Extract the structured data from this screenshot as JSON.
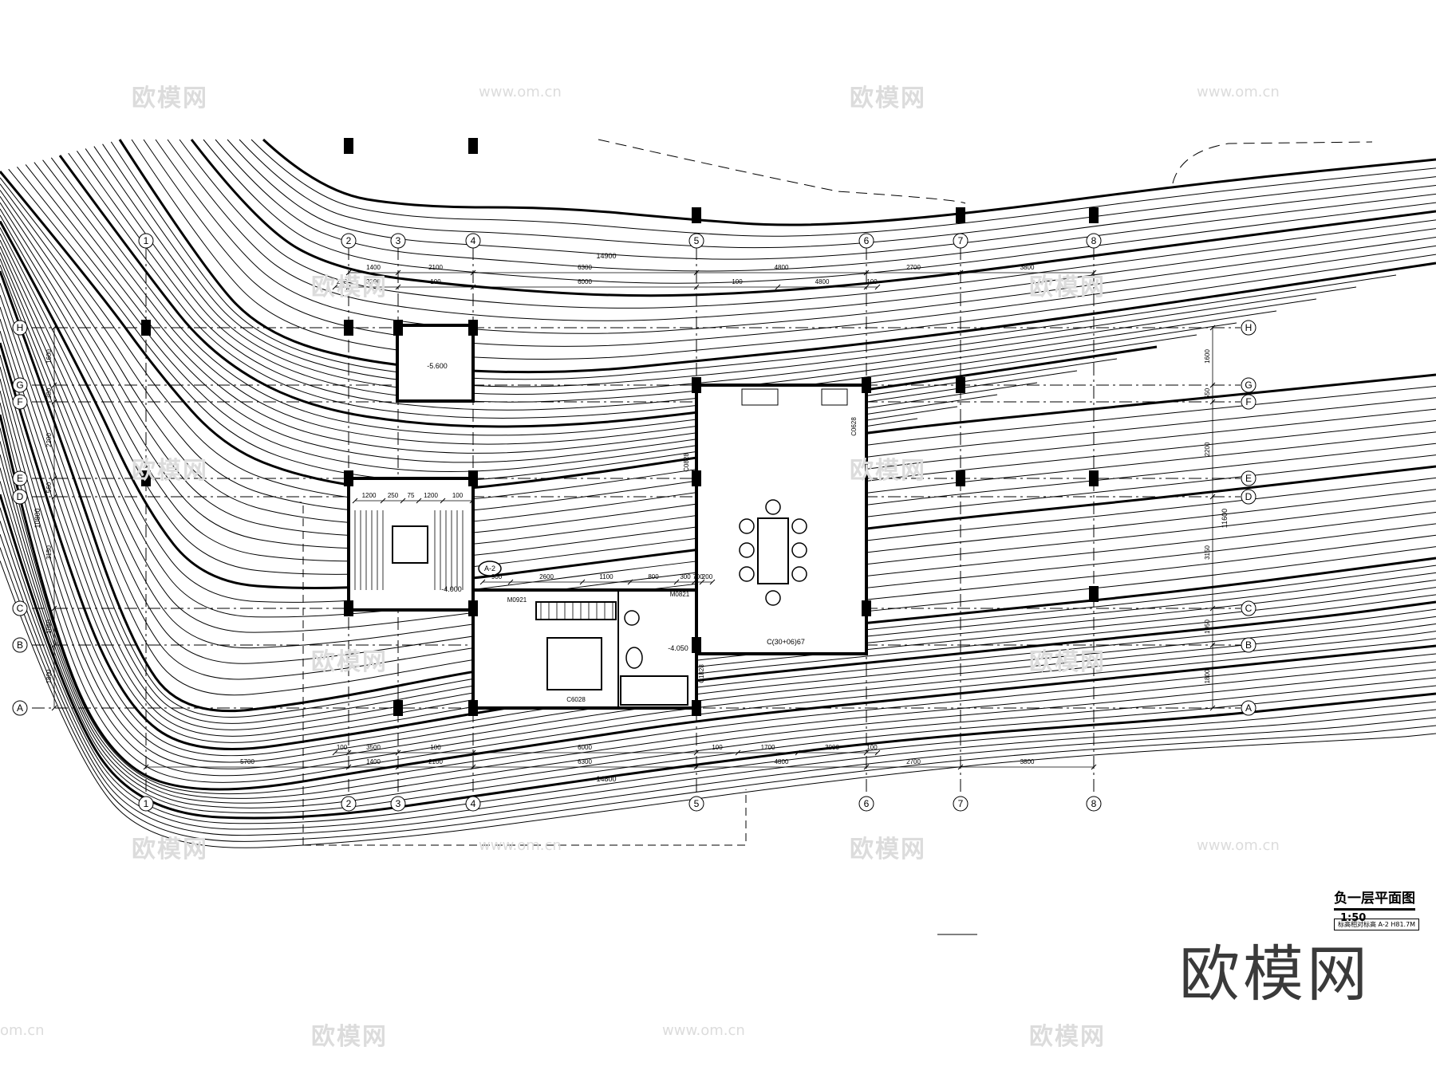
{
  "drawing": {
    "title": "负一层平面图",
    "scale": "1:50",
    "note": "标高相对标高 A-2 H81.7M",
    "room_tag": "A-2",
    "axes_columns": [
      "1",
      "2",
      "3",
      "4",
      "5",
      "6",
      "7",
      "8"
    ],
    "axes_rows": [
      "H",
      "G",
      "F",
      "E",
      "D",
      "C",
      "B",
      "A"
    ],
    "top_dims_row1": [
      "1400",
      "2100",
      "6300",
      "4800",
      "2700",
      "3800"
    ],
    "top_dims_row2": [
      "200",
      "3300",
      "100",
      "6000",
      "100",
      "4800",
      "100"
    ],
    "top_total": "14900",
    "bottom_dims_row1": [
      "5700",
      "1400",
      "2100",
      "6300",
      "4800",
      "2700",
      "3800"
    ],
    "bottom_dims_row2": [
      "100",
      "3500",
      "100",
      "6000",
      "100",
      "1700",
      "3000",
      "100"
    ],
    "bottom_total": "14800",
    "left_dims": [
      "1600",
      "380",
      "2200",
      "560",
      "3150",
      "1050",
      "1800"
    ],
    "left_total": "10800",
    "right_dims": [
      "1600",
      "550",
      "2200",
      "3150",
      "1050",
      "1800"
    ],
    "right_total": "11600",
    "elevation_labels": [
      "-5.600",
      "-4.000",
      "-4.050"
    ],
    "door_labels": [
      "M0921",
      "M0821"
    ],
    "window_labels": [
      "C6028",
      "C0828",
      "C0628",
      "C(30+06)67",
      "C1828"
    ],
    "interior_dims": [
      "900",
      "2600",
      "1100",
      "800",
      "300",
      "700",
      "200"
    ],
    "stair_dims": [
      "1200",
      "250",
      "75",
      "1200",
      "100"
    ],
    "watermark_brand": "欧模网",
    "watermark_url": "www.om.cn",
    "watermark_url_partial": "om.cn"
  },
  "colors": {
    "line": "#000000",
    "watermark": "#dcdcdc",
    "background": "#ffffff"
  }
}
